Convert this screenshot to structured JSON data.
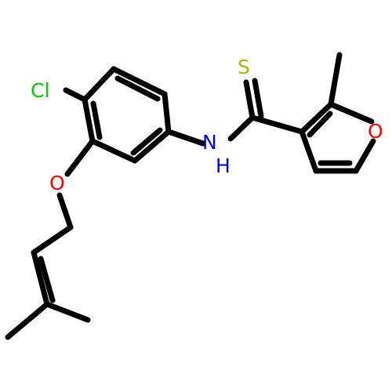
{
  "atoms": {
    "cl": {
      "text": "Cl",
      "color": "#00cc00"
    },
    "o_ether": {
      "text": "O",
      "color": "#ff0000"
    },
    "n": {
      "text": "N",
      "color": "#0000ff"
    },
    "h": {
      "text": "H",
      "color": "#0000ff"
    },
    "s": {
      "text": "S",
      "color": "#b2b200"
    },
    "o_furan": {
      "text": "O",
      "color": "#ff0000"
    }
  },
  "colors": {
    "bond": "#000000",
    "background": "#ffffff"
  }
}
